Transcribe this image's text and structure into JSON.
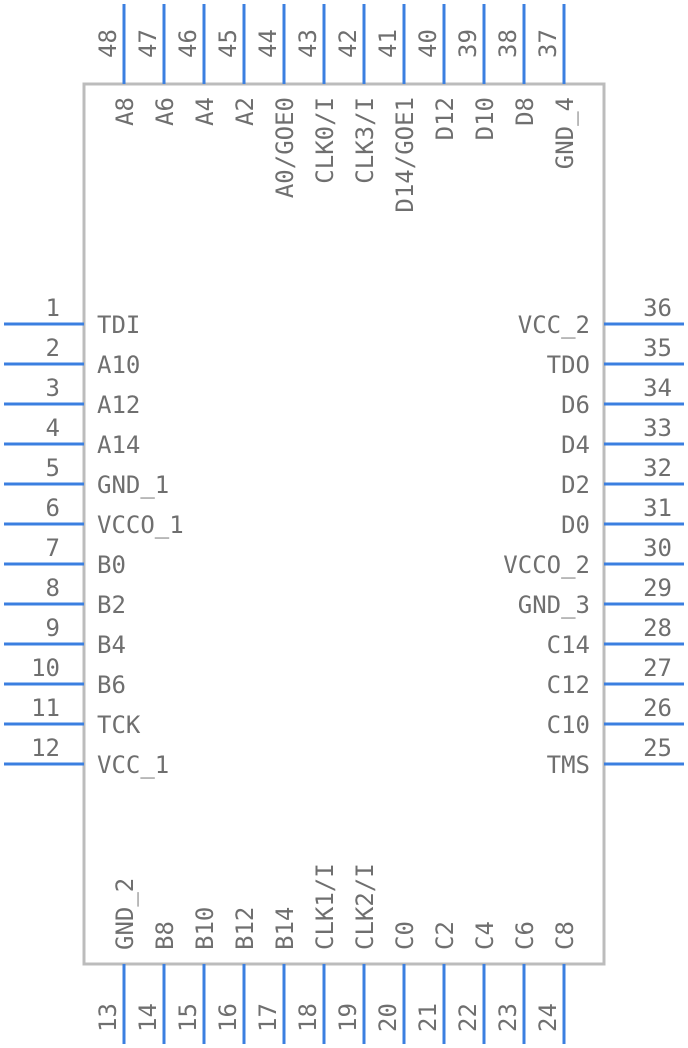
{
  "left_pins": [
    {
      "num": "1",
      "label": "TDI"
    },
    {
      "num": "2",
      "label": "A10"
    },
    {
      "num": "3",
      "label": "A12"
    },
    {
      "num": "4",
      "label": "A14"
    },
    {
      "num": "5",
      "label": "GND_1"
    },
    {
      "num": "6",
      "label": "VCCO_1"
    },
    {
      "num": "7",
      "label": "B0"
    },
    {
      "num": "8",
      "label": "B2"
    },
    {
      "num": "9",
      "label": "B4"
    },
    {
      "num": "10",
      "label": "B6"
    },
    {
      "num": "11",
      "label": "TCK"
    },
    {
      "num": "12",
      "label": "VCC_1"
    }
  ],
  "bottom_pins": [
    {
      "num": "13",
      "label": "GND_2"
    },
    {
      "num": "14",
      "label": "B8"
    },
    {
      "num": "15",
      "label": "B10"
    },
    {
      "num": "16",
      "label": "B12"
    },
    {
      "num": "17",
      "label": "B14"
    },
    {
      "num": "18",
      "label": "CLK1/I"
    },
    {
      "num": "19",
      "label": "CLK2/I"
    },
    {
      "num": "20",
      "label": "C0"
    },
    {
      "num": "21",
      "label": "C2"
    },
    {
      "num": "22",
      "label": "C4"
    },
    {
      "num": "23",
      "label": "C6"
    },
    {
      "num": "24",
      "label": "C8"
    }
  ],
  "right_pins": [
    {
      "num": "36",
      "label": "VCC_2"
    },
    {
      "num": "35",
      "label": "TDO"
    },
    {
      "num": "34",
      "label": "D6"
    },
    {
      "num": "33",
      "label": "D4"
    },
    {
      "num": "32",
      "label": "D2"
    },
    {
      "num": "31",
      "label": "D0"
    },
    {
      "num": "30",
      "label": "VCCO_2"
    },
    {
      "num": "29",
      "label": "GND_3"
    },
    {
      "num": "28",
      "label": "C14"
    },
    {
      "num": "27",
      "label": "C12"
    },
    {
      "num": "26",
      "label": "C10"
    },
    {
      "num": "25",
      "label": "TMS"
    }
  ],
  "top_pins": [
    {
      "num": "48",
      "label": "A8"
    },
    {
      "num": "47",
      "label": "A6"
    },
    {
      "num": "46",
      "label": "A4"
    },
    {
      "num": "45",
      "label": "A2"
    },
    {
      "num": "44",
      "label": "A0/GOE0"
    },
    {
      "num": "43",
      "label": "CLK0/I"
    },
    {
      "num": "42",
      "label": "CLK3/I"
    },
    {
      "num": "41",
      "label": "D14/GOE1"
    },
    {
      "num": "40",
      "label": "D12"
    },
    {
      "num": "39",
      "label": "D10"
    },
    {
      "num": "38",
      "label": "D8"
    },
    {
      "num": "37",
      "label": "GND_4"
    }
  ]
}
